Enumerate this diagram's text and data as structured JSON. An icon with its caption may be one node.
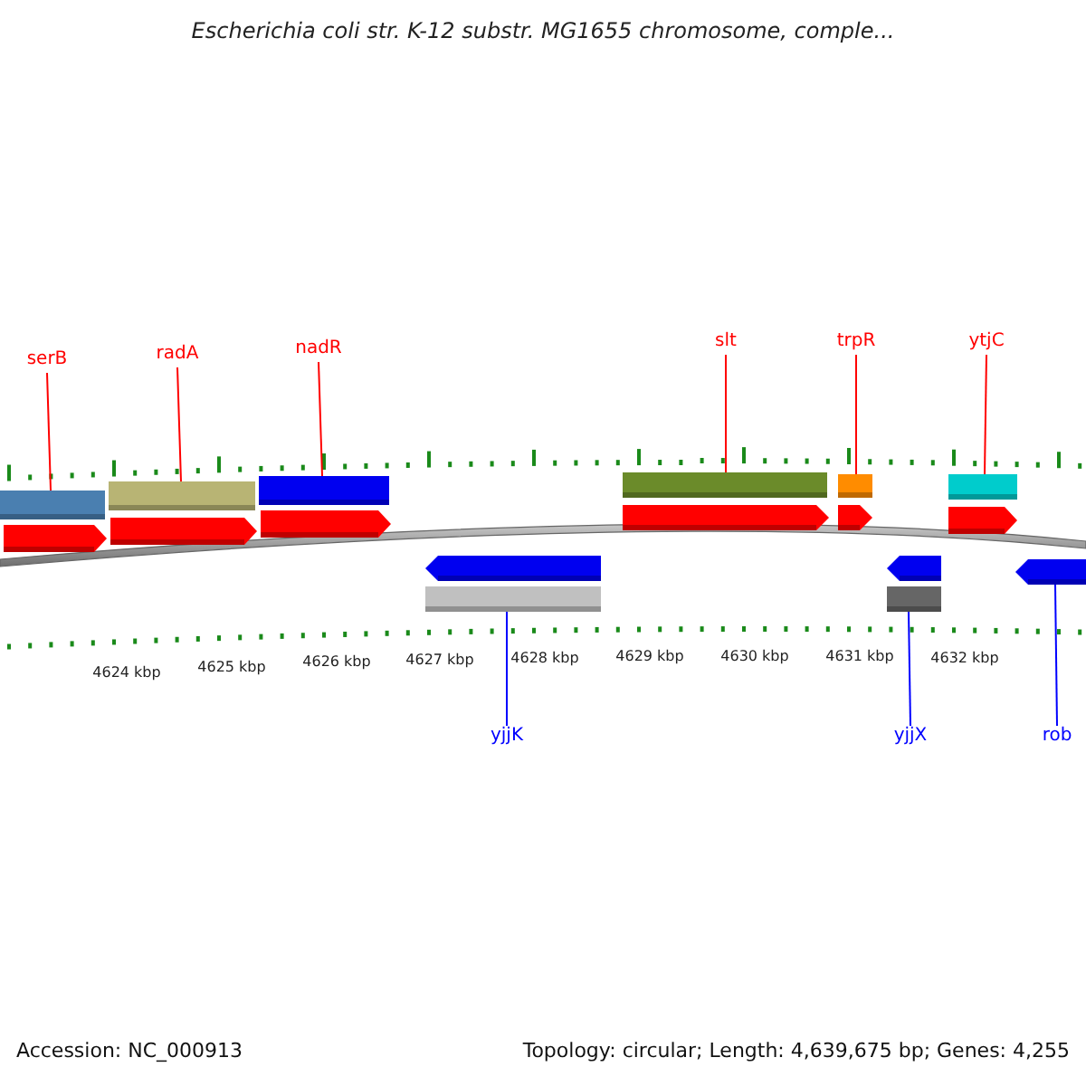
{
  "diagram": {
    "title": "Escherichia coli str. K-12 substr. MG1655 chromosome, comple...",
    "nodes": [
      {
        "text": [
          "serB"
        ]
      },
      {
        "text": [
          "radA"
        ]
      },
      {
        "text": [
          "nadR"
        ]
      },
      {
        "text": [
          "slt"
        ]
      },
      {
        "text": [
          "trpR"
        ]
      },
      {
        "text": [
          "ytjC"
        ]
      },
      {
        "text": [
          "yjjK"
        ]
      },
      {
        "text": [
          "yjjX"
        ]
      },
      {
        "text": [
          "rob"
        ]
      },
      {
        "text": [],
        "shape": "bar"
      },
      {
        "text": [],
        "shape": "bar"
      },
      {
        "text": [],
        "shape": "bar"
      },
      {
        "text": [],
        "shape": "bar"
      },
      {
        "text": [],
        "shape": "bar"
      },
      {
        "text": [],
        "shape": "bar"
      },
      {
        "text": [],
        "shape": "bar"
      },
      {
        "text": [],
        "shape": "bar"
      },
      {
        "text": [],
        "shape": "arrow"
      }
    ],
    "edges": [
      {
        "from": 0,
        "to": 9,
        "arrow": "none",
        "color": "#ff0000"
      },
      {
        "from": 1,
        "to": 10,
        "arrow": "none",
        "color": "#ff0000"
      },
      {
        "from": 2,
        "to": 11,
        "arrow": "none",
        "color": "#ff0000"
      },
      {
        "from": 3,
        "to": 12,
        "arrow": "none",
        "color": "#ff0000"
      },
      {
        "from": 4,
        "to": 13,
        "arrow": "none",
        "color": "#ff0000"
      },
      {
        "from": 5,
        "to": 14,
        "arrow": "none",
        "color": "#ff0000"
      },
      {
        "from": 6,
        "to": 15,
        "arrow": "none",
        "color": "#0000ff"
      },
      {
        "from": 7,
        "to": 16,
        "arrow": "none",
        "color": "#0000ff"
      },
      {
        "from": 8,
        "to": 17,
        "arrow": "none",
        "color": "#0000ff"
      }
    ],
    "labels": [
      "4624 kbp",
      "4625 kbp",
      "4626 kbp",
      "4627 kbp",
      "4628 kbp",
      "4629 kbp",
      "4630 kbp",
      "4631 kbp",
      "4632 kbp",
      "Accession: NC_000913",
      "Topology: circular; Length: 4,639,675 bp; Genes: 4,255"
    ]
  }
}
